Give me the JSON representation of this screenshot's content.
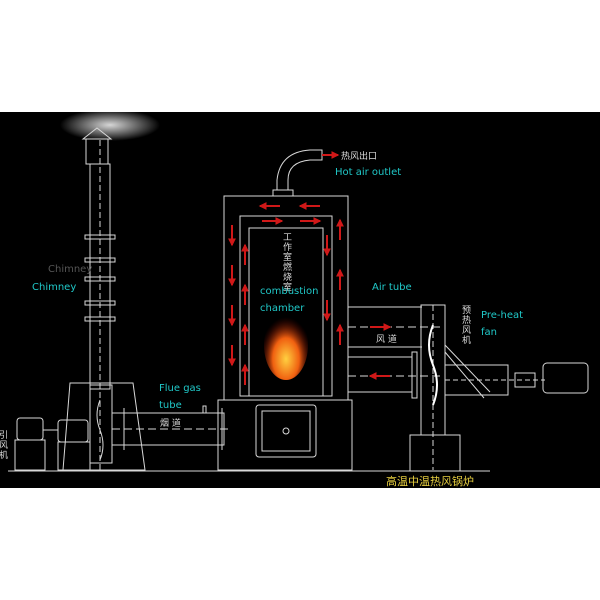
{
  "title": "高温中温热风锅炉",
  "labels": {
    "hot_air_outlet_zh": "热风出口",
    "hot_air_outlet": "Hot air outlet",
    "chimney_faded": "Chimney",
    "chimney": "Chimney",
    "chamber_zh": "工作室燃烧室",
    "combustion": "combustion",
    "chamber": "chamber",
    "air_tube": "Air tube",
    "air_duct_zh": "风 道",
    "preheat_fan_zh": "预热风机",
    "preheat": "Pre-heat",
    "fan": "fan",
    "flue_gas": "Flue gas",
    "tube": "tube",
    "flue_zh": "烟 道",
    "induced_fan_zh": "引风机"
  },
  "colors": {
    "background": "#000000",
    "lines": "#d8d8d8",
    "label": "#20c8c8",
    "arrow": "#d01818",
    "title": "#e8d040"
  }
}
